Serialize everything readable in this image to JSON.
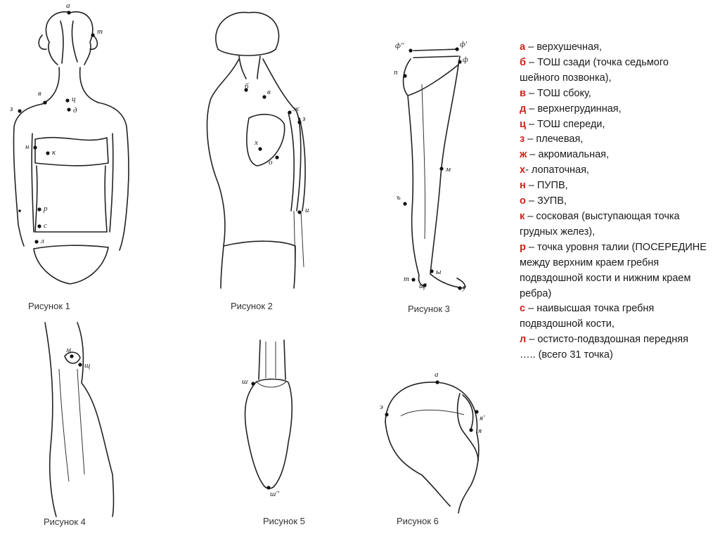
{
  "figures": {
    "fig1": {
      "caption": "Рисунок 1",
      "points": [
        "а",
        "т",
        "в",
        "ц",
        "д",
        "з",
        "н",
        "к",
        "р",
        "с",
        "л"
      ]
    },
    "fig2": {
      "caption": "Рисунок 2",
      "points": [
        "б",
        "в",
        "ж",
        "з",
        "х",
        "о",
        "и"
      ]
    },
    "fig3": {
      "caption": "Рисунок 3",
      "points": [
        "ф''",
        "ф'",
        "ф",
        "п",
        "м",
        "ъ",
        "ы",
        "т",
        "щ'",
        "у"
      ]
    },
    "fig4": {
      "caption": "Рисунок 4",
      "points": [
        "м",
        "щ"
      ]
    },
    "fig5": {
      "caption": "Рисунок 5",
      "points": [
        "ш",
        "ш''"
      ]
    },
    "fig6": {
      "caption": "Рисунок 6",
      "points": [
        "а",
        "э",
        "я'",
        "я"
      ]
    }
  },
  "legend": [
    {
      "key": "а",
      "text": " – верхушечная,"
    },
    {
      "key": "б",
      "text": " – ТОШ сзади (точка седьмого шейного позвонка),"
    },
    {
      "key": "в",
      "text": " – ТОШ сбоку,"
    },
    {
      "key": "д",
      "text": " – верхнегрудинная,"
    },
    {
      "key": "ц",
      "text": " – ТОШ спереди,"
    },
    {
      "key": "з",
      "text": " – плечевая,"
    },
    {
      "key": "ж",
      "text": " – акромиальная,"
    },
    {
      "key": "х",
      "text": "- лопаточная,"
    },
    {
      "key": "н",
      "text": " – ПУПВ,"
    },
    {
      "key": "о",
      "text": " – ЗУПВ,"
    },
    {
      "key": "к",
      "text": " – сосковая (выступающая точка грудных желез),"
    },
    {
      "key": "р",
      "text": " – точка уровня талии (ПОСЕРЕДИНЕ между верхним краем гребня подвздошной кости и нижним краем ребра)"
    },
    {
      "key": "с",
      "text": " – наивысшая точка гребня подвздошной кости,"
    },
    {
      "key": "л",
      "text": " – остисто-подвздошная передняя"
    },
    {
      "key": "",
      "text": "….. (всего 31 точка)"
    }
  ],
  "colors": {
    "key": "#d0201a",
    "text": "#1a1a1a"
  }
}
